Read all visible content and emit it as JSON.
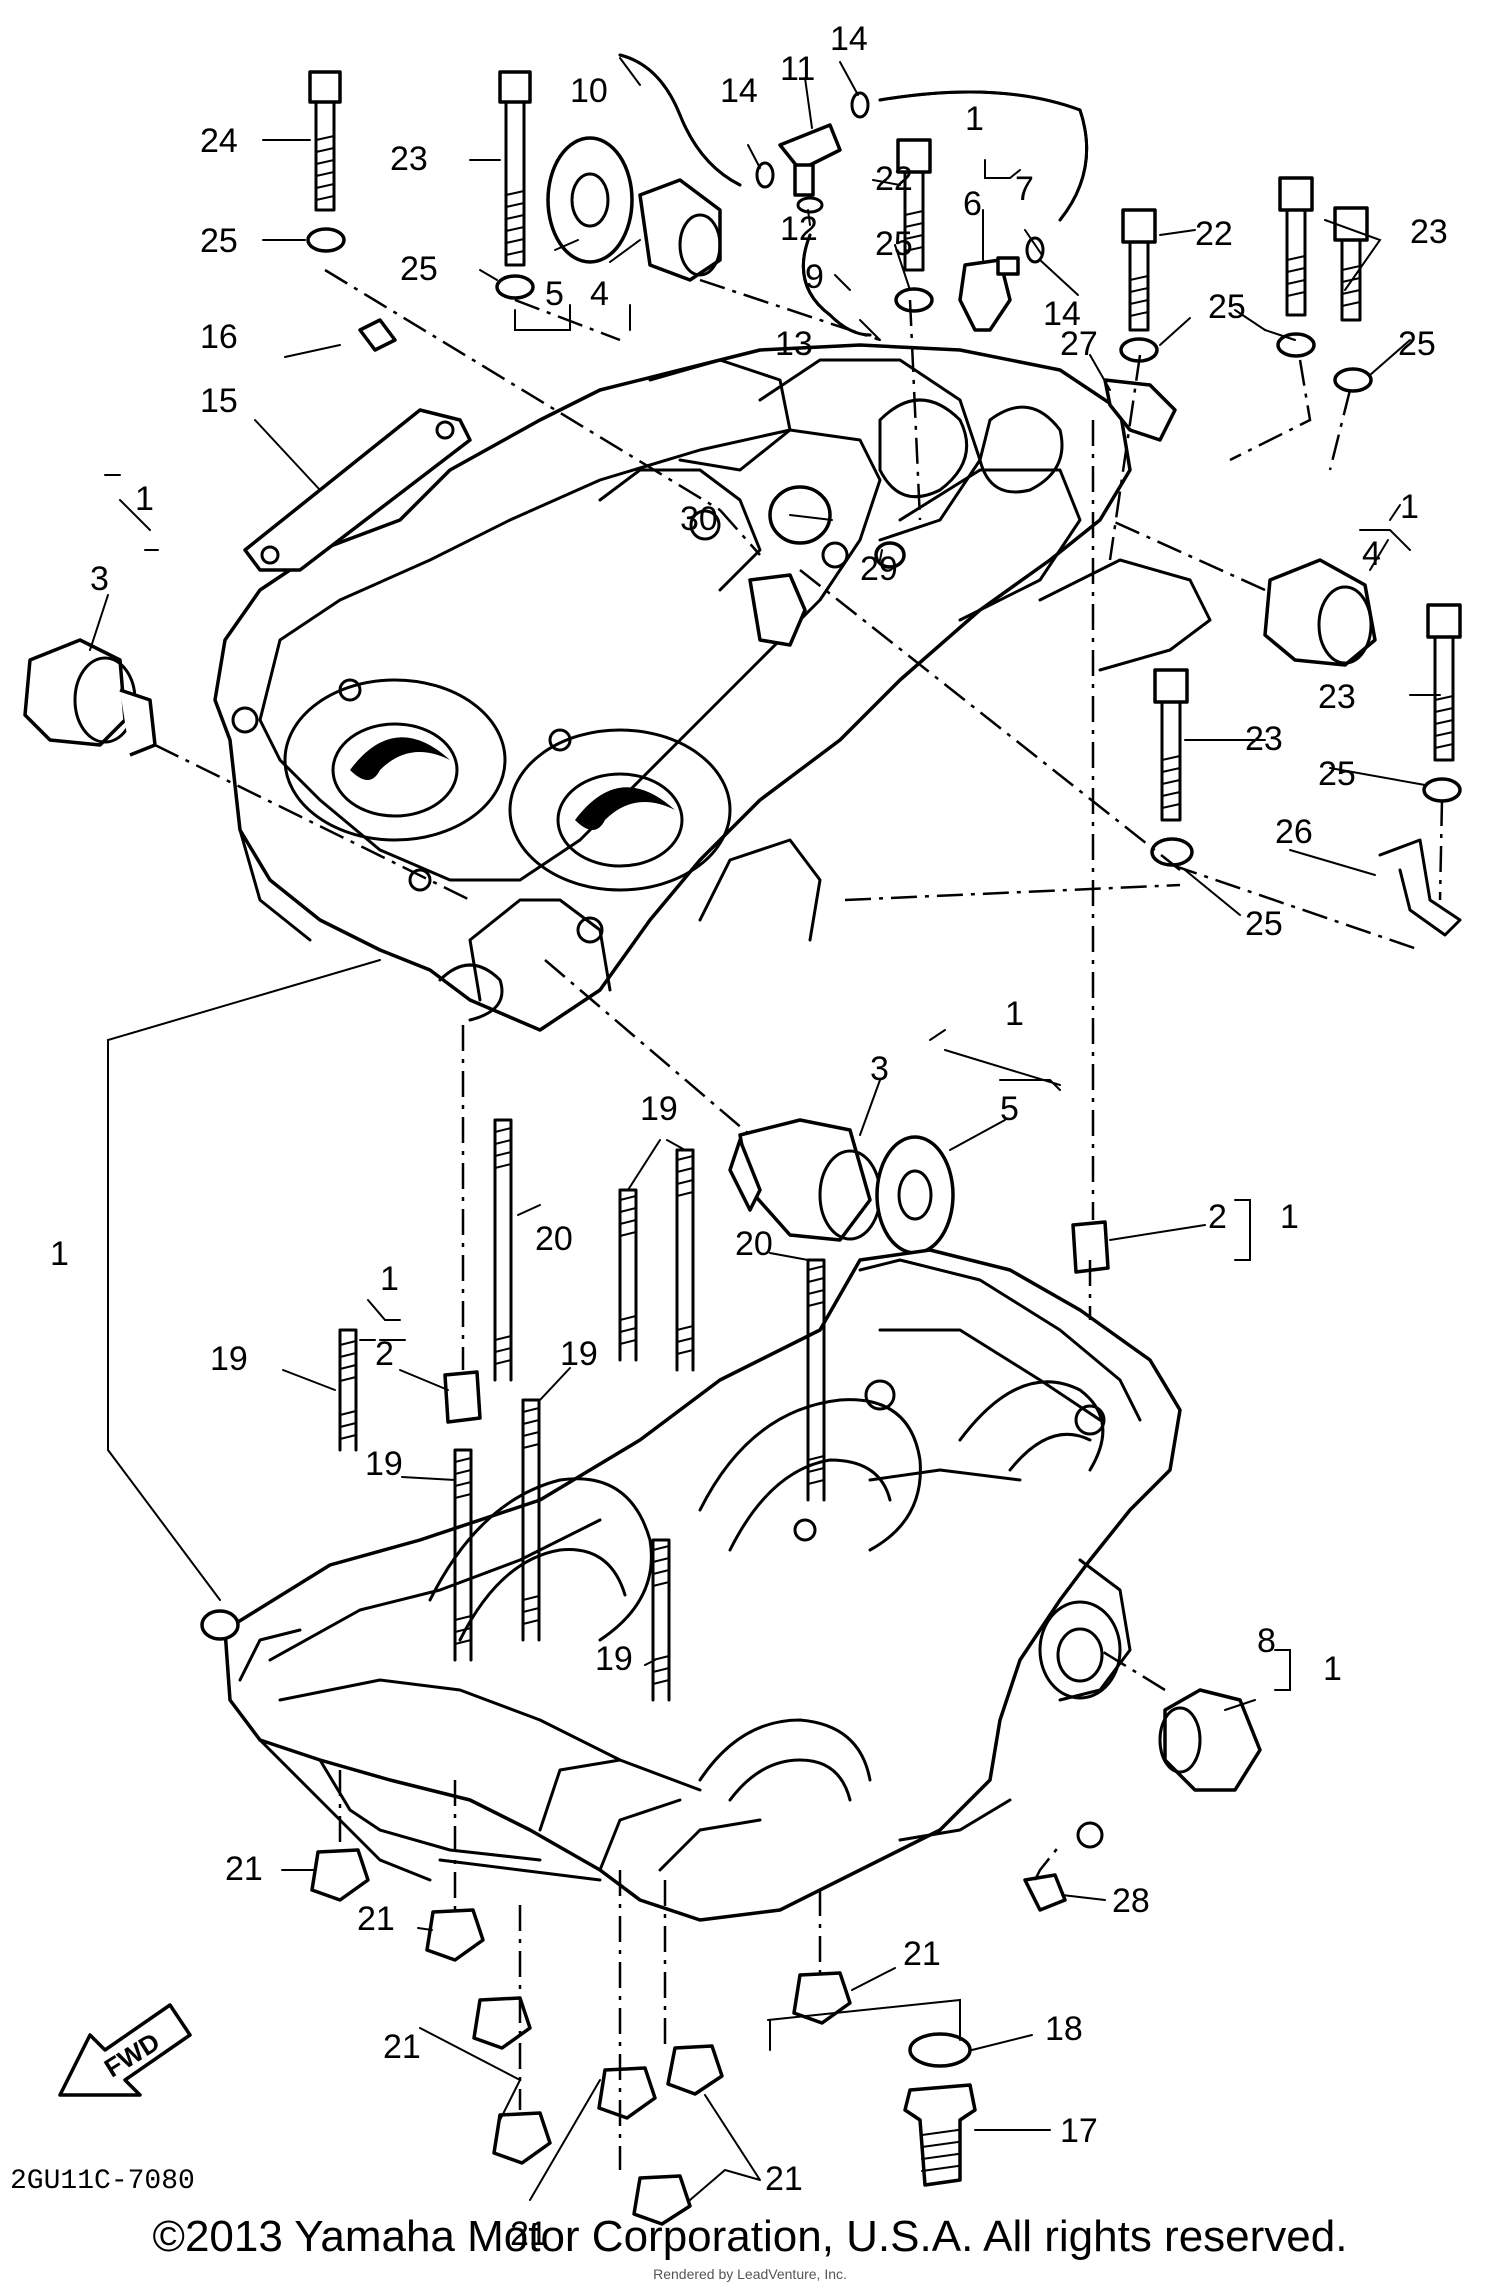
{
  "diagram": {
    "code": "2GU11C-7080",
    "fwd_label": "FWD",
    "copyright": "©2013 Yamaha Motor Corporation, U.S.A. All rights reserved.",
    "credit": "Rendered by LeadVenture, Inc.",
    "labels": [
      {
        "id": "c1-left",
        "text": "1"
      },
      {
        "id": "c1-top-left",
        "text": "1"
      },
      {
        "id": "c1-top-mid",
        "text": "1"
      },
      {
        "id": "c1-right-top",
        "text": "1"
      },
      {
        "id": "c1-mid",
        "text": "1"
      },
      {
        "id": "c1-dowel-right",
        "text": "1"
      },
      {
        "id": "c1-dowel-left",
        "text": "1"
      },
      {
        "id": "c1-bearing-8",
        "text": "1"
      },
      {
        "id": "p2-right",
        "text": "2"
      },
      {
        "id": "p2-left",
        "text": "2"
      },
      {
        "id": "p3-left",
        "text": "3"
      },
      {
        "id": "p3-mid",
        "text": "3"
      },
      {
        "id": "p4-top",
        "text": "4"
      },
      {
        "id": "p4-right",
        "text": "4"
      },
      {
        "id": "p5-top",
        "text": "5"
      },
      {
        "id": "p5-mid",
        "text": "5"
      },
      {
        "id": "p6",
        "text": "6"
      },
      {
        "id": "p7",
        "text": "7"
      },
      {
        "id": "p8",
        "text": "8"
      },
      {
        "id": "p9",
        "text": "9"
      },
      {
        "id": "p10",
        "text": "10"
      },
      {
        "id": "p11",
        "text": "11"
      },
      {
        "id": "p12",
        "text": "12"
      },
      {
        "id": "p13",
        "text": "13"
      },
      {
        "id": "p14-a",
        "text": "14"
      },
      {
        "id": "p14-b",
        "text": "14"
      },
      {
        "id": "p14-c",
        "text": "14"
      },
      {
        "id": "p15",
        "text": "15"
      },
      {
        "id": "p16",
        "text": "16"
      },
      {
        "id": "p17",
        "text": "17"
      },
      {
        "id": "p18",
        "text": "18"
      },
      {
        "id": "p19-a",
        "text": "19"
      },
      {
        "id": "p19-b",
        "text": "19"
      },
      {
        "id": "p19-c",
        "text": "19"
      },
      {
        "id": "p19-d",
        "text": "19"
      },
      {
        "id": "p19-e",
        "text": "19"
      },
      {
        "id": "p20-a",
        "text": "20"
      },
      {
        "id": "p20-b",
        "text": "20"
      },
      {
        "id": "p21-a",
        "text": "21"
      },
      {
        "id": "p21-b",
        "text": "21"
      },
      {
        "id": "p21-c",
        "text": "21"
      },
      {
        "id": "p21-d",
        "text": "21"
      },
      {
        "id": "p21-e",
        "text": "21"
      },
      {
        "id": "p21-f",
        "text": "21"
      },
      {
        "id": "p22-a",
        "text": "22"
      },
      {
        "id": "p22-b",
        "text": "22"
      },
      {
        "id": "p23-a",
        "text": "23"
      },
      {
        "id": "p23-b",
        "text": "23"
      },
      {
        "id": "p23-c",
        "text": "23"
      },
      {
        "id": "p23-d",
        "text": "23"
      },
      {
        "id": "p24",
        "text": "24"
      },
      {
        "id": "p25-a",
        "text": "25"
      },
      {
        "id": "p25-b",
        "text": "25"
      },
      {
        "id": "p25-c",
        "text": "25"
      },
      {
        "id": "p25-d",
        "text": "25"
      },
      {
        "id": "p25-e",
        "text": "25"
      },
      {
        "id": "p25-f",
        "text": "25"
      },
      {
        "id": "p25-g",
        "text": "25"
      },
      {
        "id": "p26",
        "text": "26"
      },
      {
        "id": "p27",
        "text": "27"
      },
      {
        "id": "p28",
        "text": "28"
      },
      {
        "id": "p29",
        "text": "29"
      },
      {
        "id": "p30",
        "text": "30"
      }
    ]
  }
}
